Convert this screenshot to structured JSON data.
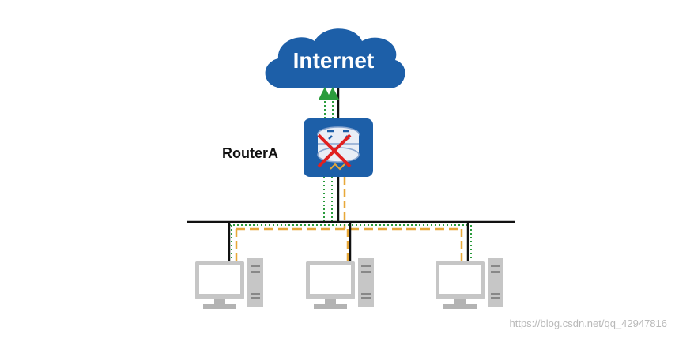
{
  "cloud": {
    "label": "Internet",
    "fill": "#1d5fa8"
  },
  "router": {
    "label": "RouterA",
    "fill": "#1d5fa8",
    "status": "failed",
    "status_mark_color": "#e02020"
  },
  "hosts": [
    {
      "id": "pc-1"
    },
    {
      "id": "pc-2"
    },
    {
      "id": "pc-3"
    }
  ],
  "traffic": {
    "green_path_color": "#2a9b3c",
    "yellow_path_color": "#e8a838",
    "bus_color": "#111111"
  },
  "watermark": "https://blog.csdn.net/qq_42947816"
}
